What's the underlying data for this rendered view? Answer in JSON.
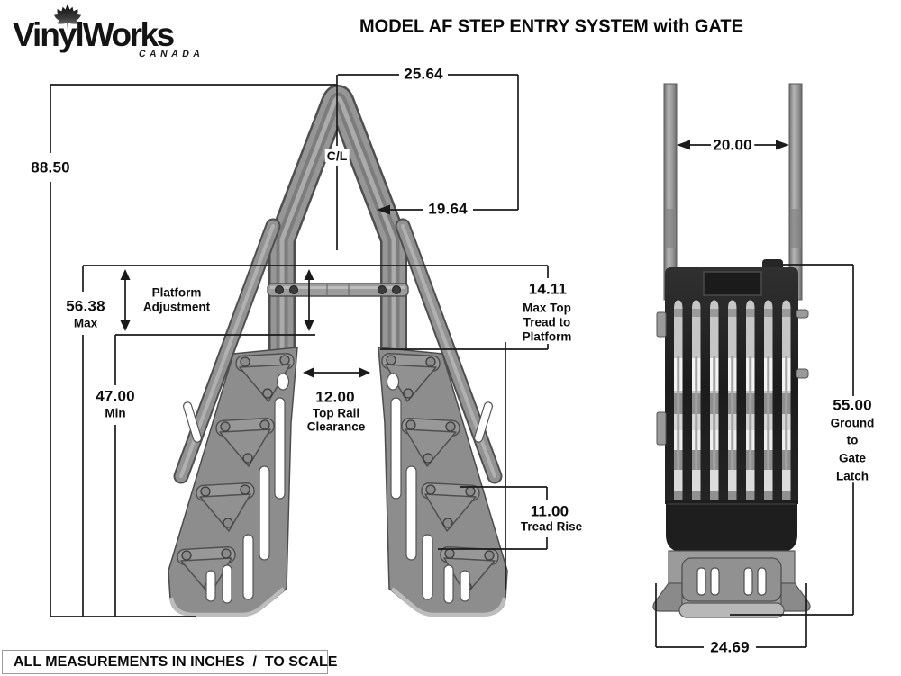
{
  "logo": {
    "brand_part1": "Vinyl",
    "brand_part2": "Works",
    "country": "CANADA"
  },
  "title": "MODEL AF STEP ENTRY SYSTEM with GATE",
  "front_view": {
    "centerline": "C/L",
    "top_width": "25.64",
    "overall_height": "88.50",
    "top_rail_inset": "19.64",
    "max_height": "56.38",
    "max_height_label": "Max",
    "platform_adjustment_line1": "Platform",
    "platform_adjustment_line2": "Adjustment",
    "min_height": "47.00",
    "min_height_label": "Min",
    "max_top_tread": "14.11",
    "max_top_tread_label1": "Max Top",
    "max_top_tread_label2": "Tread to",
    "max_top_tread_label3": "Platform",
    "top_rail_clearance": "12.00",
    "top_rail_clearance_label1": "Top Rail",
    "top_rail_clearance_label2": "Clearance",
    "tread_rise": "11.00",
    "tread_rise_label": "Tread Rise"
  },
  "gate_view": {
    "rail_spacing": "20.00",
    "ground_to_latch": "55.00",
    "ground_to_latch_label1": "Ground",
    "ground_to_latch_label2": "to",
    "ground_to_latch_label3": "Gate",
    "ground_to_latch_label4": "Latch",
    "base_width": "24.69"
  },
  "footer": {
    "note": "ALL MEASUREMENTS IN INCHES  /  TO SCALE"
  },
  "colors": {
    "line": "#1a1a1a",
    "ladder_gray": "#8f8f8f",
    "gate_dark": "#222222"
  }
}
